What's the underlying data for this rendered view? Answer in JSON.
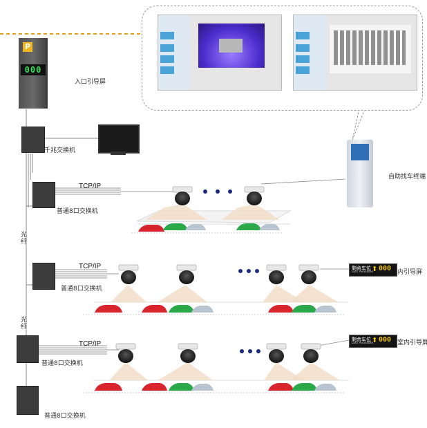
{
  "labels": {
    "entrance_guide_screen": "入口引导屏",
    "gigabit_switch": "千兆交换机",
    "kiosk": "自助找车终端",
    "switch_1": "普通8口交换机",
    "switch_2": "普通8口交换机",
    "switch_3": "普通8口交换机",
    "switch_4": "普通8口交换机",
    "fiber_1": "光纤",
    "fiber_2": "光纤",
    "indoor_guide_1": "内引导屏",
    "indoor_guide_2": "室内引导屏"
  },
  "tcp": {
    "row1": "TCP/IP",
    "row2": "TCP/IP",
    "row3": "TCP/IP"
  },
  "entrance_sign": {
    "letter": "P",
    "count": "000"
  },
  "indoor_sign": {
    "title": "剩余车位",
    "subtitle": "Lots Available",
    "count": "000"
  },
  "colors": {
    "dashed_barrier": "#e0a020",
    "sign_digits": "#f0c400",
    "entrance_digits": "#38e05a",
    "car_red": "#d8242c",
    "car_green": "#2aa84a",
    "car_silver": "#b8c4d0",
    "screen_blue": "#4aa3d8",
    "screen_purple": "#4b2dcc"
  }
}
